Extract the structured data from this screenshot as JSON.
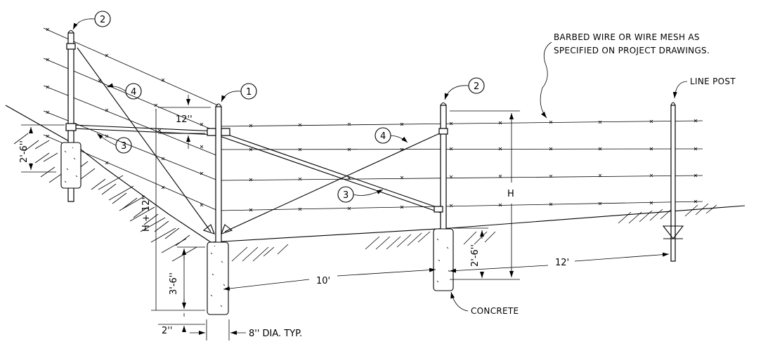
{
  "notes": {
    "wire_spec_line1": "BARBED WIRE OR WIRE MESH AS",
    "wire_spec_line2": "SPECIFIED ON PROJECT DRAWINGS.",
    "line_post": "LINE POST",
    "concrete": "CONCRETE",
    "dia_typ": "8'' DIA. TYP."
  },
  "dimensions": {
    "twelve_in": "12''",
    "h_plus_12": "H + 12''",
    "three_six": "3'-6''",
    "two_in": "2''",
    "two_six_left": "2'-6''",
    "two_six_right": "2'-6''",
    "h": "H",
    "ten_ft": "10'",
    "twelve_ft": "12'"
  },
  "callouts": {
    "c1": "1",
    "c2_left": "2",
    "c2_right": "2",
    "c3_left": "3",
    "c3_right": "3",
    "c4_left": "4",
    "c4_right": "4"
  }
}
